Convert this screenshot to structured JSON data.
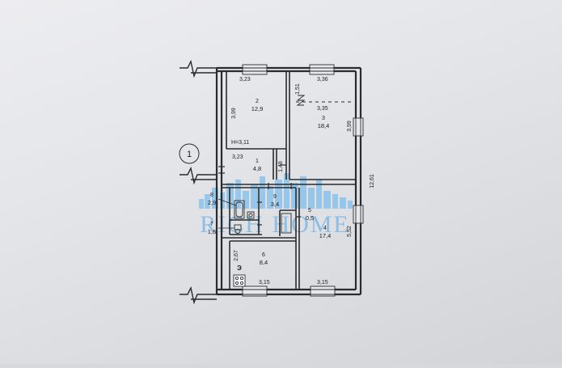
{
  "plan": {
    "section_marker": "1",
    "ceiling_height": "H=3,11",
    "total_dimension": "12,61",
    "rooms": [
      {
        "id": "room-2",
        "number": "2",
        "area": "12,9"
      },
      {
        "id": "room-3",
        "number": "3",
        "area": "18,4"
      },
      {
        "id": "room-1",
        "number": "1",
        "area": "4,8"
      },
      {
        "id": "room-8",
        "number": "8",
        "area": "2,9"
      },
      {
        "id": "room-9",
        "number": "9",
        "area": "3,4"
      },
      {
        "id": "room-5",
        "number": "5",
        "area": "0,5"
      },
      {
        "id": "room-7",
        "number": "7",
        "area": "1,6"
      },
      {
        "id": "room-4",
        "number": "4",
        "area": "17,4"
      },
      {
        "id": "room-6",
        "number": "6",
        "area": "8,4"
      }
    ],
    "dimensions": {
      "room2_width": "3,23",
      "room2_height": "3,99",
      "room3_width": "3,36",
      "room3_partition": "3,35",
      "room3_height": "3,99",
      "balcony_offset": "1,51",
      "room1_width": "3,23",
      "room1_height": "1,48",
      "room4_height": "5,52",
      "room6_height": "2,67",
      "room6_width": "3,15",
      "room4_width": "3,15"
    },
    "stove_mark": "Э"
  },
  "watermark": "RICH HOME",
  "colors": {
    "wall": "#2b2b2b",
    "watermark": "#4aa3e8"
  }
}
